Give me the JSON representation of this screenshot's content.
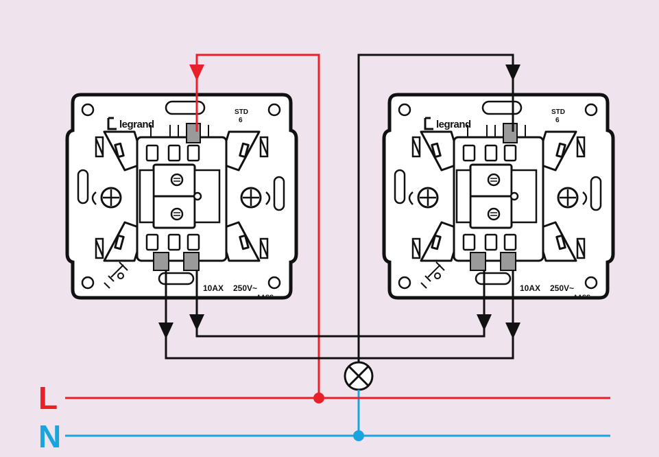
{
  "lines": {
    "live": {
      "label": "L",
      "color": "#e8202a"
    },
    "neutral": {
      "label": "N",
      "color": "#1aa3dc"
    }
  },
  "switch_left": {
    "brand": "legrand",
    "model": "STD",
    "model_sub": "6",
    "current": "10AX",
    "voltage": "250V~",
    "cert": "AASS"
  },
  "switch_right": {
    "brand": "legrand",
    "model": "STD",
    "model_sub": "6",
    "current": "10AX",
    "voltage": "250V~",
    "cert": "AASS"
  },
  "colors": {
    "wire": "#111111",
    "live_wire": "#e8202a",
    "neutral_wire": "#1aa3dc",
    "background": "#efe4ee",
    "switch_body": "#ffffff",
    "terminal": "#9a9a9a"
  },
  "icons": [
    "lamp-icon",
    "ground-icon",
    "screw-icon",
    "arrow-down-icon",
    "legrand-logo-icon"
  ]
}
